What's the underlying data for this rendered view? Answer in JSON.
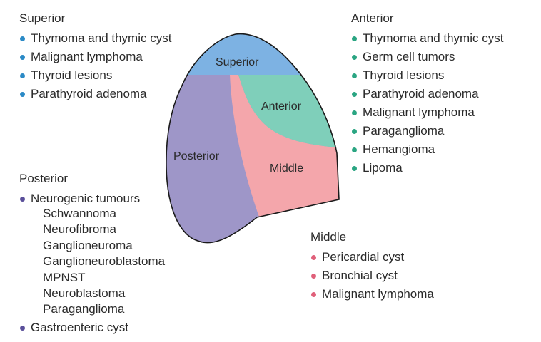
{
  "colors": {
    "superior": "#7db2e3",
    "anterior": "#7fcfba",
    "middle": "#f4a6ab",
    "posterior": "#9e96c8",
    "bullet_superior": "#2b8ac6",
    "bullet_anterior": "#2aa582",
    "bullet_posterior": "#5a4f9a",
    "bullet_middle": "#e0607a",
    "outline": "#1a1a1a"
  },
  "diagram": {
    "labels": {
      "superior": "Superior",
      "anterior": "Anterior",
      "posterior": "Posterior",
      "middle": "Middle"
    }
  },
  "superior": {
    "heading": "Superior",
    "items": [
      "Thymoma and thymic cyst",
      "Malignant lymphoma",
      "Thyroid lesions",
      "Parathyroid adenoma"
    ]
  },
  "anterior": {
    "heading": "Anterior",
    "items": [
      "Thymoma and thymic cyst",
      "Germ cell tumors",
      "Thyroid lesions",
      "Parathyroid adenoma",
      "Malignant lymphoma",
      "Paraganglioma",
      "Hemangioma",
      "Lipoma"
    ]
  },
  "posterior": {
    "heading": "Posterior",
    "neurogenic": "Neurogenic tumours",
    "neurogenic_subtypes": [
      "Schwannoma",
      "Neurofibroma",
      "Ganglioneuroma",
      "Ganglioneuroblastoma",
      "MPNST",
      "Neuroblastoma",
      "Paraganglioma"
    ],
    "last_item": "Gastroenteric cyst"
  },
  "middle": {
    "heading": "Middle",
    "items": [
      "Pericardial cyst",
      "Bronchial cyst",
      "Malignant lymphoma"
    ]
  }
}
